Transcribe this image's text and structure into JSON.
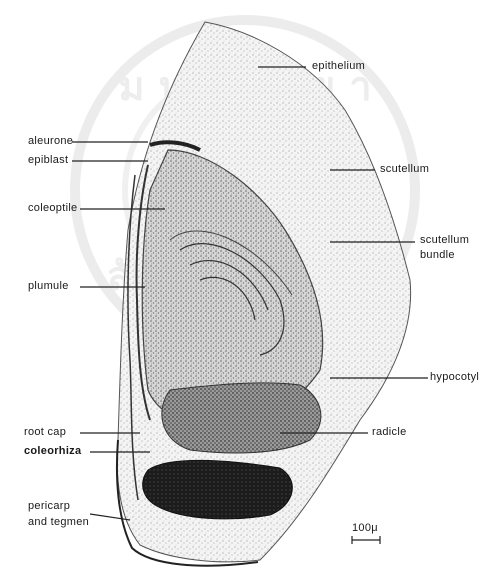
{
  "watermark": {
    "text": "มหาวิทยาลัยนเรศวร",
    "color": "#e8e8e8"
  },
  "labels": {
    "epithelium": "epithelium",
    "aleurone": "aleurone",
    "epiblast": "epiblast",
    "scutellum": "scutellum",
    "coleoptile": "coleoptile",
    "scutellum_bundle_line1": "scutellum",
    "scutellum_bundle_line2": "bundle",
    "plumule": "plumule",
    "hypocotyl": "hypocotyl",
    "root_cap": "root cap",
    "coleorhiza": "coleorhiza",
    "radicle": "radicle",
    "pericarp_line1": "pericarp",
    "pericarp_line2": "and tegmen",
    "scale_bar": "100μ"
  },
  "colors": {
    "ink": "#1a1a1a",
    "stipple_light": "#8a8a8a",
    "stipple_dark": "#2a2a2a"
  }
}
